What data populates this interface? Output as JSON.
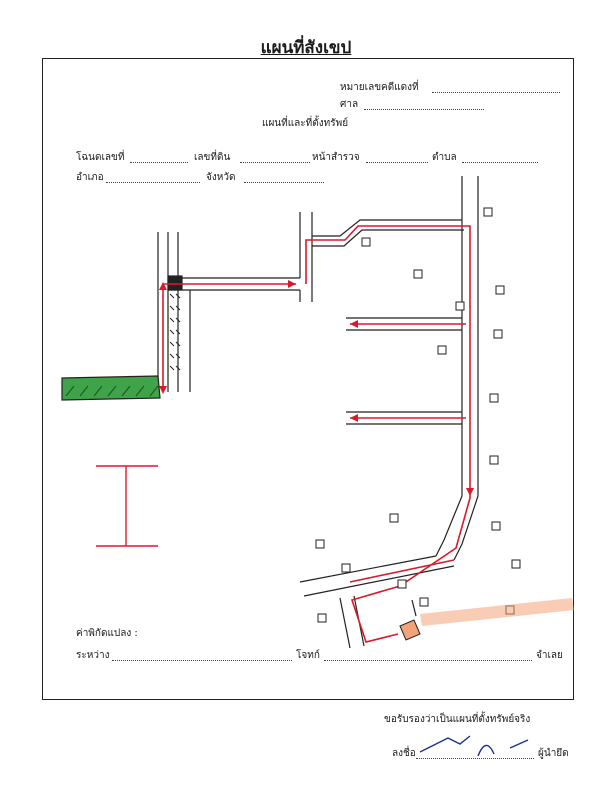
{
  "title": "แผนที่สังเขป",
  "header": {
    "case_number_label": "หมายเลขคดีแดงที่",
    "case_number_value": "",
    "court_label": "ศาล",
    "court_value": "",
    "map_caption": "แผนที่และที่ตั้งทรัพย์"
  },
  "fields": {
    "deed_label": "โฉนดเลขที่",
    "deed_value": "",
    "land_no_label": "เลขที่ดิน",
    "land_no_value": "",
    "survey_page_label": "หน้าสำรวจ",
    "survey_page_value": "",
    "subdistrict_label": "ตำบล",
    "subdistrict_value": "",
    "district_label": "อำเภอ",
    "district_value": "",
    "province_label": "จังหวัด",
    "province_value": ""
  },
  "map_labels": {
    "north_left": [],
    "plot_area": "",
    "scale_note": "",
    "distances": [],
    "places": []
  },
  "footer": {
    "coordinates_label": "ค่าพิกัดแปลง :",
    "between_label": "ระหว่าง",
    "between_value": "",
    "defendant_label": "โจทก์",
    "defendant_value": "",
    "accused_label": "จำเลย",
    "note_lines": [],
    "certify_label": "ขอรับรองว่าเป็นแผนที่ตั้งทรัพย์จริง",
    "sign_label": "ลงชื่อ",
    "seizer_label": "ผู้นำยึด"
  },
  "colors": {
    "road_red": "#d81b2a",
    "pen_blue": "#1d2f8c",
    "plot_green": "#3fa34a",
    "highlight": "#f4a27a"
  }
}
